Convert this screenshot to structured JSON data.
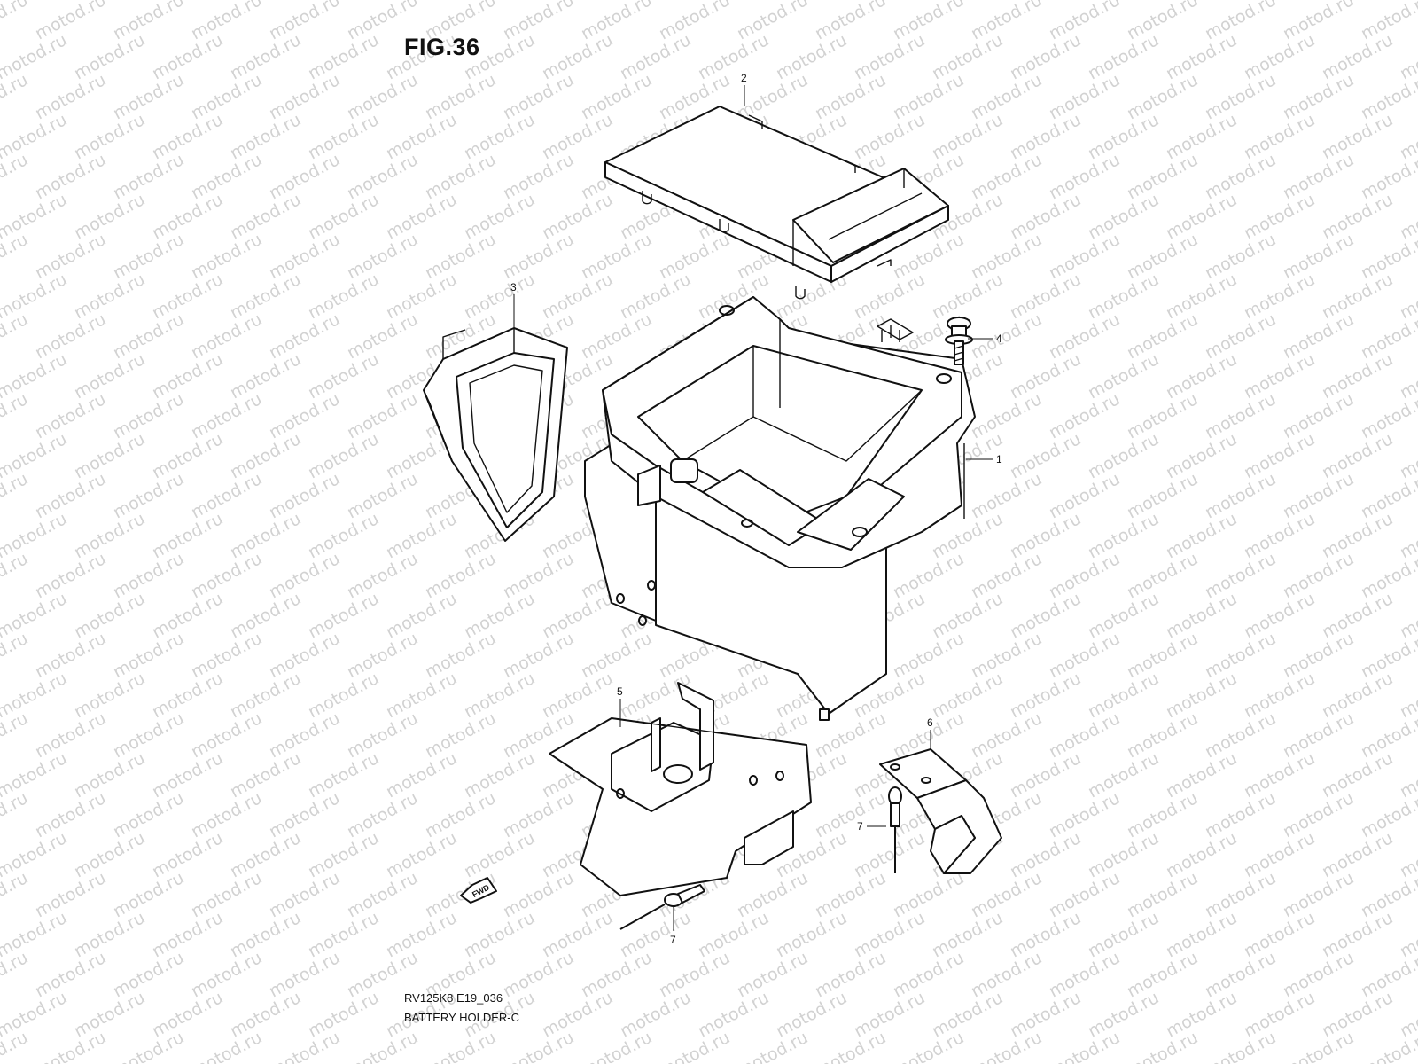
{
  "figure": {
    "title": "FIG.36",
    "code": "RV125K8 E19_036",
    "name": "BATTERY HOLDER-C"
  },
  "watermark": "motod.ru",
  "callouts": [
    {
      "id": "p1",
      "number": "1"
    },
    {
      "id": "p2",
      "number": "2"
    },
    {
      "id": "p3",
      "number": "3"
    },
    {
      "id": "p4",
      "number": "4"
    },
    {
      "id": "p5",
      "number": "5"
    },
    {
      "id": "p6",
      "number": "6"
    },
    {
      "id": "p7a",
      "number": "7"
    },
    {
      "id": "p7b",
      "number": "7"
    }
  ],
  "fwd_label": "FWD"
}
